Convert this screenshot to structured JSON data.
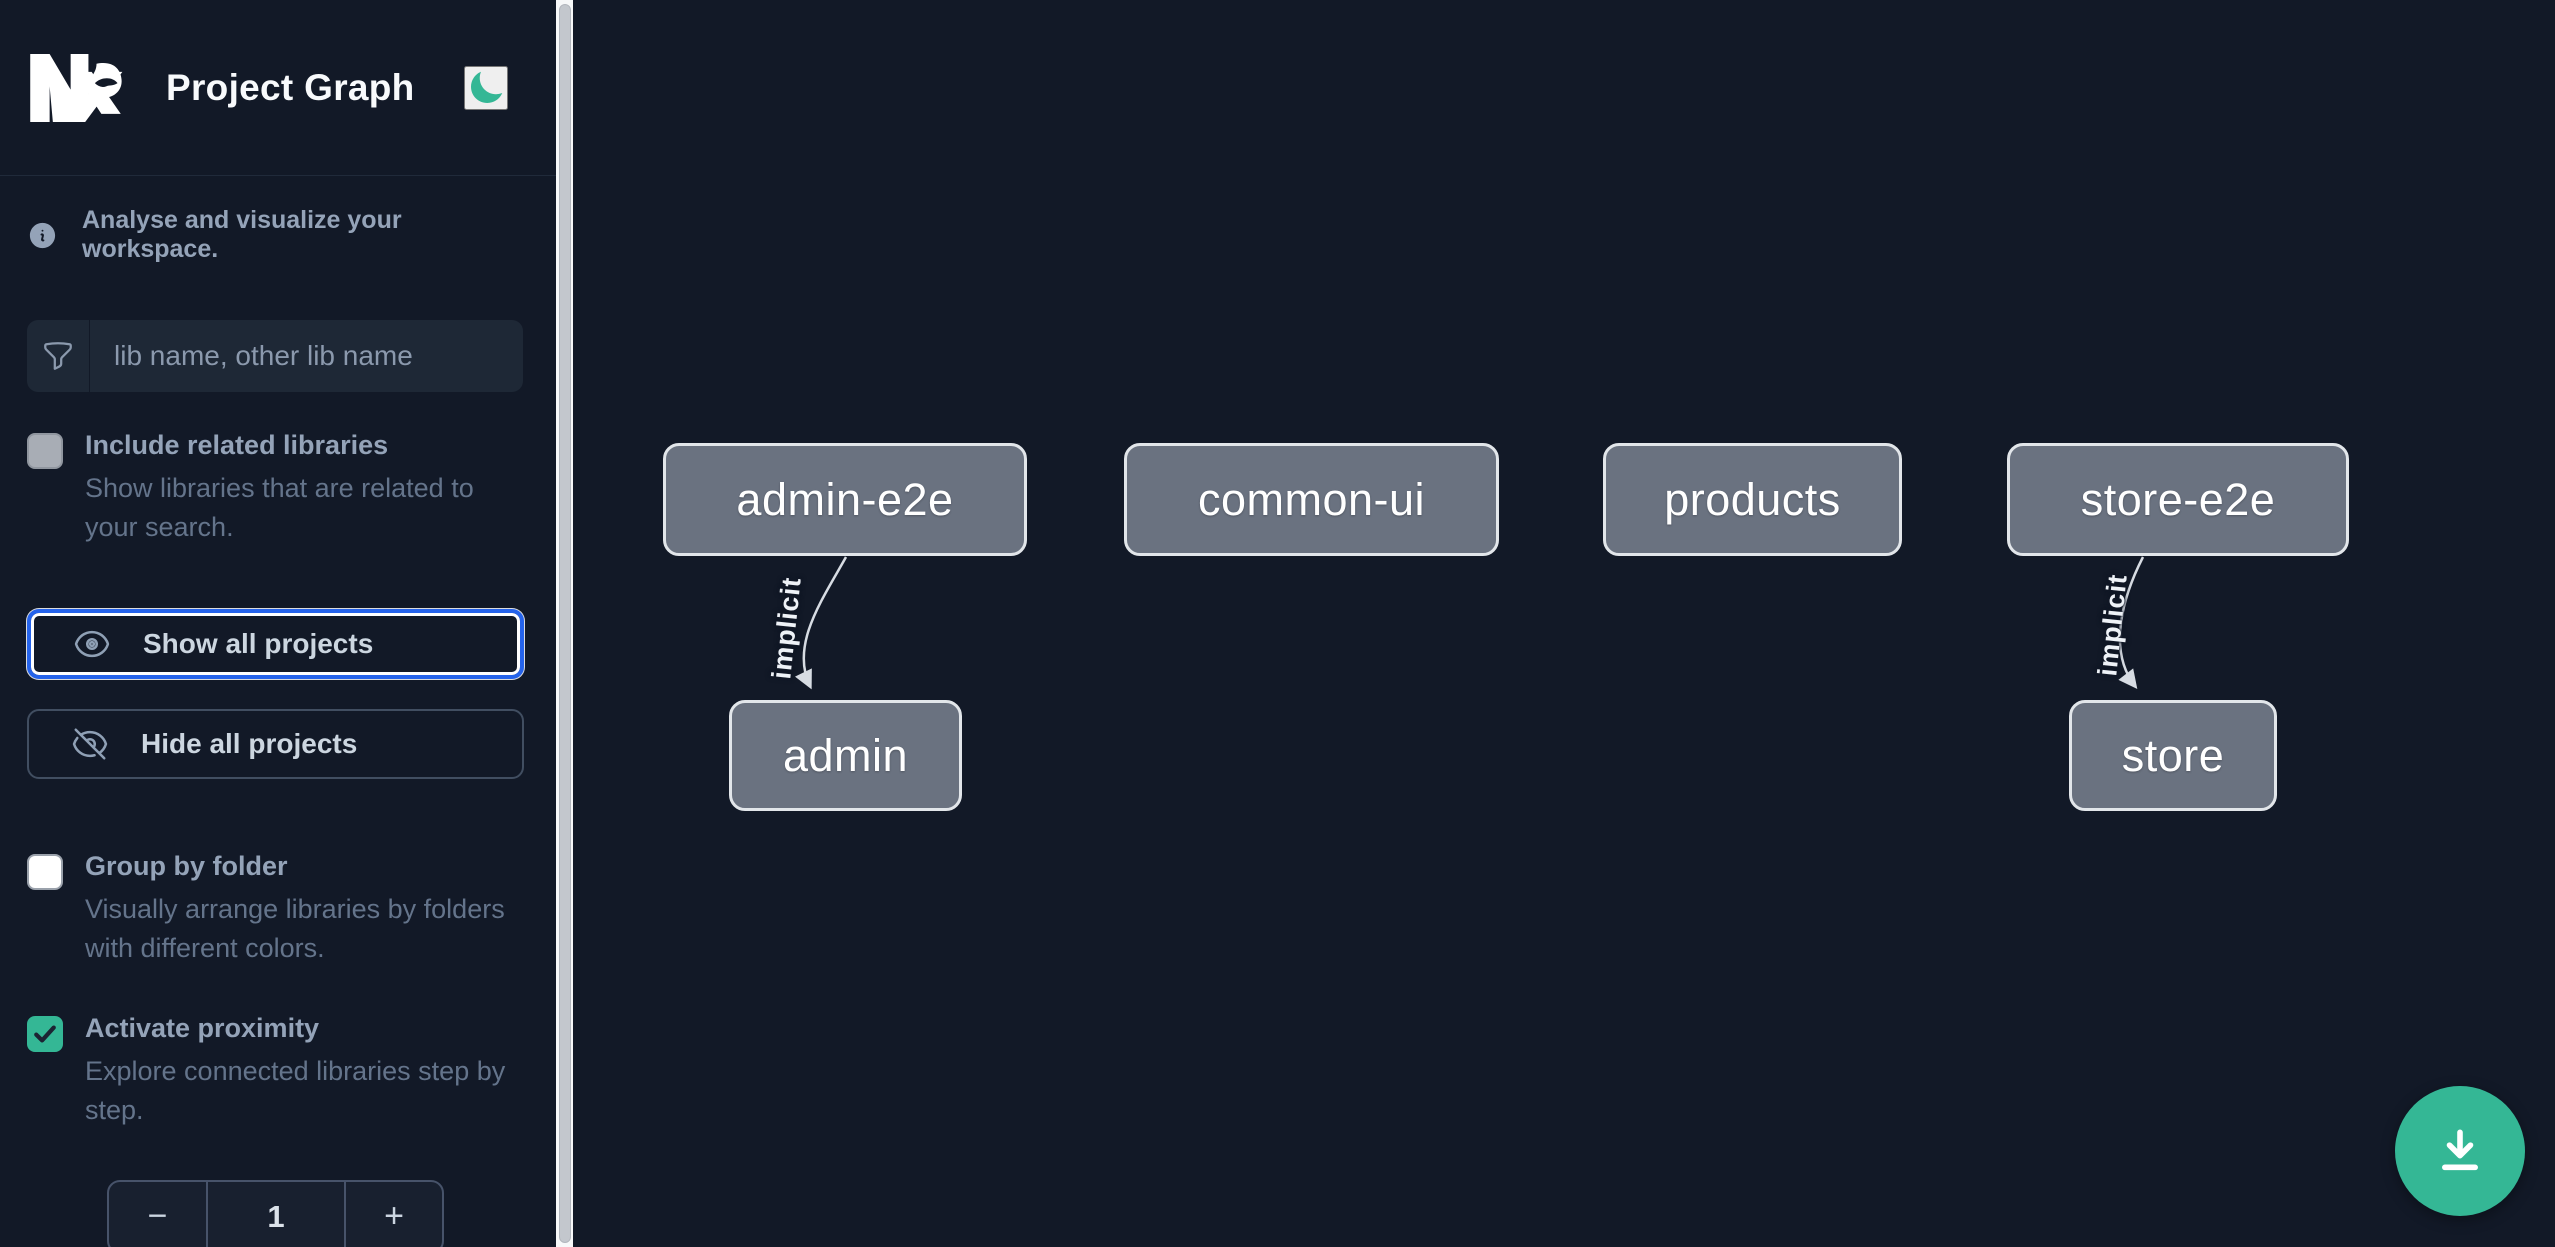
{
  "app": {
    "title": "Project Graph",
    "logo": "nx-logo",
    "theme_icon": "moon-icon"
  },
  "sidebar": {
    "tagline": "Analyse and visualize your workspace.",
    "search": {
      "icon": "funnel-icon",
      "placeholder": "lib name, other lib name",
      "value": ""
    },
    "toggles": [
      {
        "label": "Include related libraries",
        "description": "Show libraries that are related to your search.",
        "checked": false
      },
      {
        "label": "Group by folder",
        "description": "Visually arrange libraries by folders with different colors.",
        "checked": false
      },
      {
        "label": "Activate proximity",
        "description": "Explore connected libraries step by step.",
        "checked": true
      }
    ],
    "buttons": [
      {
        "label": "Show all projects",
        "icon": "eye-icon",
        "focused": true
      },
      {
        "label": "Hide all projects",
        "icon": "eye-off-icon",
        "focused": false
      }
    ],
    "proximity_stepper": {
      "decrement": "−",
      "value": "1",
      "increment": "+"
    }
  },
  "graph": {
    "nodes": [
      {
        "label": "admin-e2e"
      },
      {
        "label": "common-ui"
      },
      {
        "label": "products"
      },
      {
        "label": "store-e2e"
      },
      {
        "label": "admin"
      },
      {
        "label": "store"
      }
    ],
    "edges": [
      {
        "from": "admin-e2e",
        "to": "admin",
        "label": "implicit",
        "type": "implicit"
      },
      {
        "from": "store-e2e",
        "to": "store",
        "label": "implicit",
        "type": "implicit"
      }
    ]
  },
  "fab": {
    "icon": "download-icon"
  },
  "colors": {
    "background": "#121927",
    "accent_green": "#34b795",
    "focus_blue": "#2563eb",
    "node_fill": "#6a7280",
    "node_border": "#e2e6ea",
    "edge": "#d7dce3",
    "muted_text": "#94a3b8",
    "faint_text": "#64748b"
  }
}
